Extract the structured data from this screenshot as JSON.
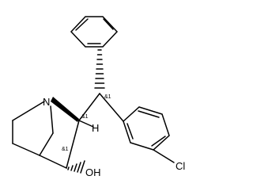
{
  "molecule": {
    "atoms": {
      "nitrogen": "N",
      "hydrogen": "H",
      "hydroxyl": "OH",
      "chlorine": "Cl"
    },
    "stereo_labels": {
      "benzylic": "&1",
      "c2": "&1",
      "c3": "&1"
    }
  },
  "colors": {
    "bond": "#000000",
    "background": "#ffffff"
  }
}
